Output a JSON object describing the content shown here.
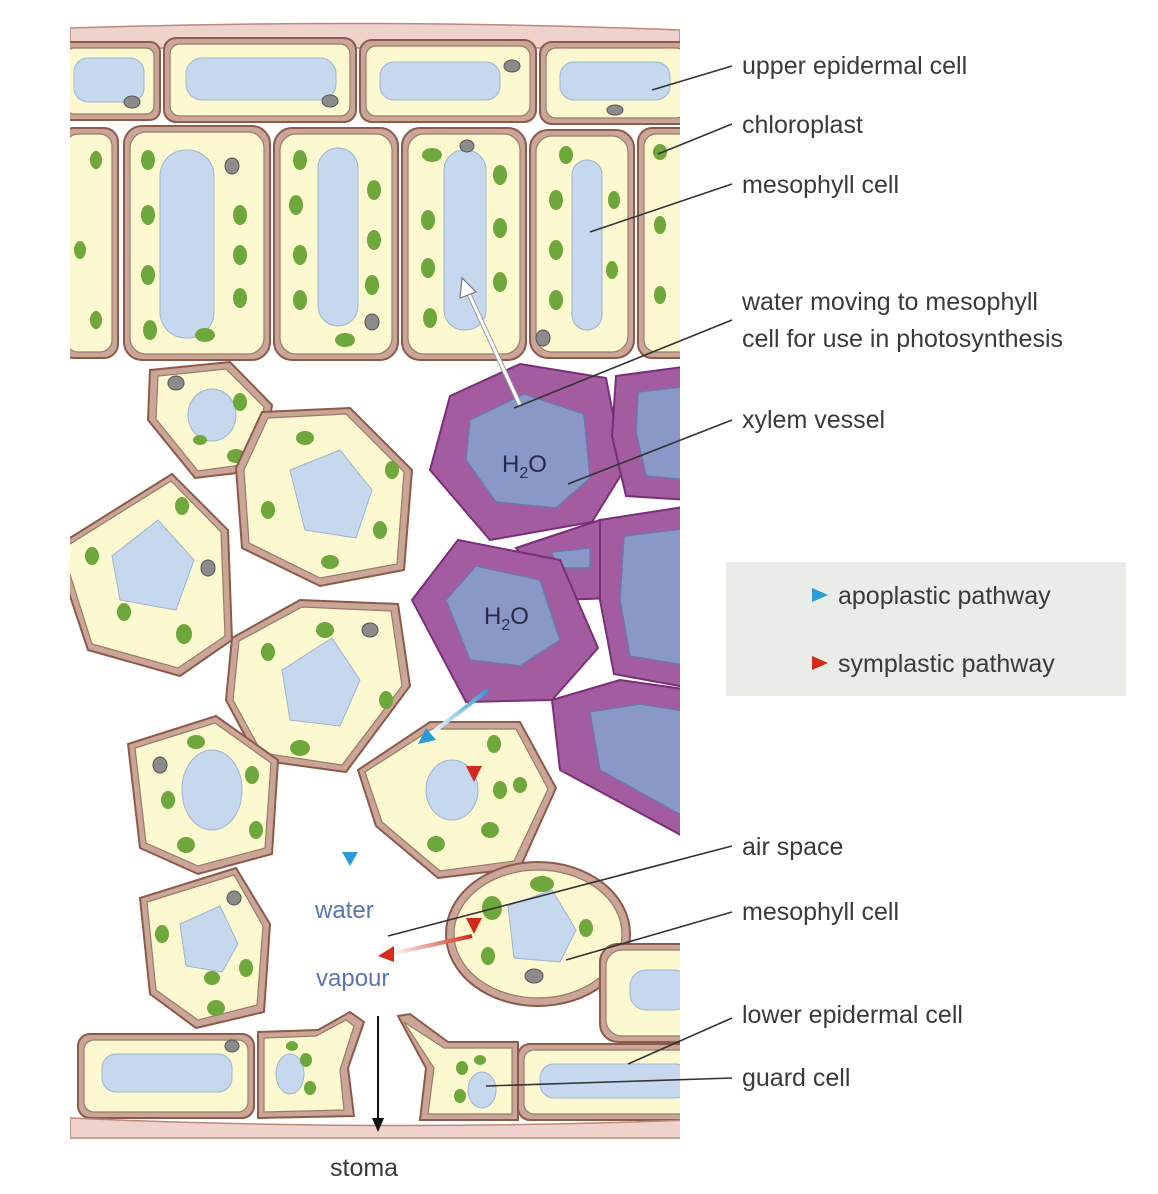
{
  "labels": {
    "upper_epidermal_cell": "upper epidermal cell",
    "chloroplast": "chloroplast",
    "mesophyll_cell_top": "mesophyll cell",
    "water_moving_line1": "water moving to mesophyll",
    "water_moving_line2": "cell for use in photosynthesis",
    "xylem_vessel": "xylem vessel",
    "air_space": "air space",
    "mesophyll_cell_bottom": "mesophyll cell",
    "lower_epidermal_cell": "lower epidermal cell",
    "guard_cell": "guard cell",
    "stoma": "stoma"
  },
  "in_diagram": {
    "h2o_main": "H",
    "h2o_sub": "2",
    "h2o_tail": "O",
    "water": "water",
    "vapour": "vapour"
  },
  "legend": {
    "apoplastic": "apoplastic pathway",
    "symplastic": "symplastic pathway"
  },
  "colors": {
    "apoplastic_arrow": "#2a9ad8",
    "symplastic_arrow": "#d42a1a",
    "xylem": "#a45ca0",
    "cytoplasm": "#fcf8cf",
    "vacuole": "#c6d8ee",
    "chloroplast": "#6ea83c"
  }
}
